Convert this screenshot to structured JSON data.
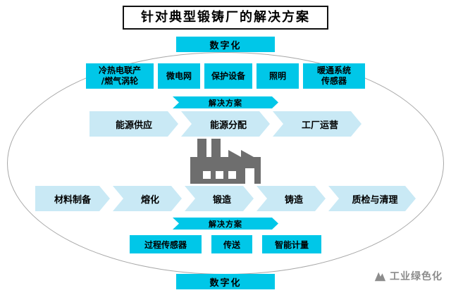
{
  "title": "针对典型锻铸厂的解决方案",
  "top_banner": "数字化",
  "bottom_banner": "数字化",
  "solution_label_top": "解决方案",
  "solution_label_bottom": "解决方案",
  "supply_boxes": [
    "冷热电联产\n/燃气涡轮",
    "微电网",
    "保护设备",
    "照明",
    "暖通系统\n传感器"
  ],
  "energy_flow": [
    "能源供应",
    "能源分配",
    "工厂运营"
  ],
  "process_flow": [
    "材料制备",
    "熔化",
    "锻造",
    "铸造",
    "质检与清理"
  ],
  "digital_boxes": [
    "过程传感器",
    "传送",
    "智能计量"
  ],
  "watermark": "工业绿色化",
  "colors": {
    "accent_cyan": "#00c7e8",
    "arrow_light_blue": "#c9e9f5",
    "factory_gray": "#6e6e6e"
  }
}
